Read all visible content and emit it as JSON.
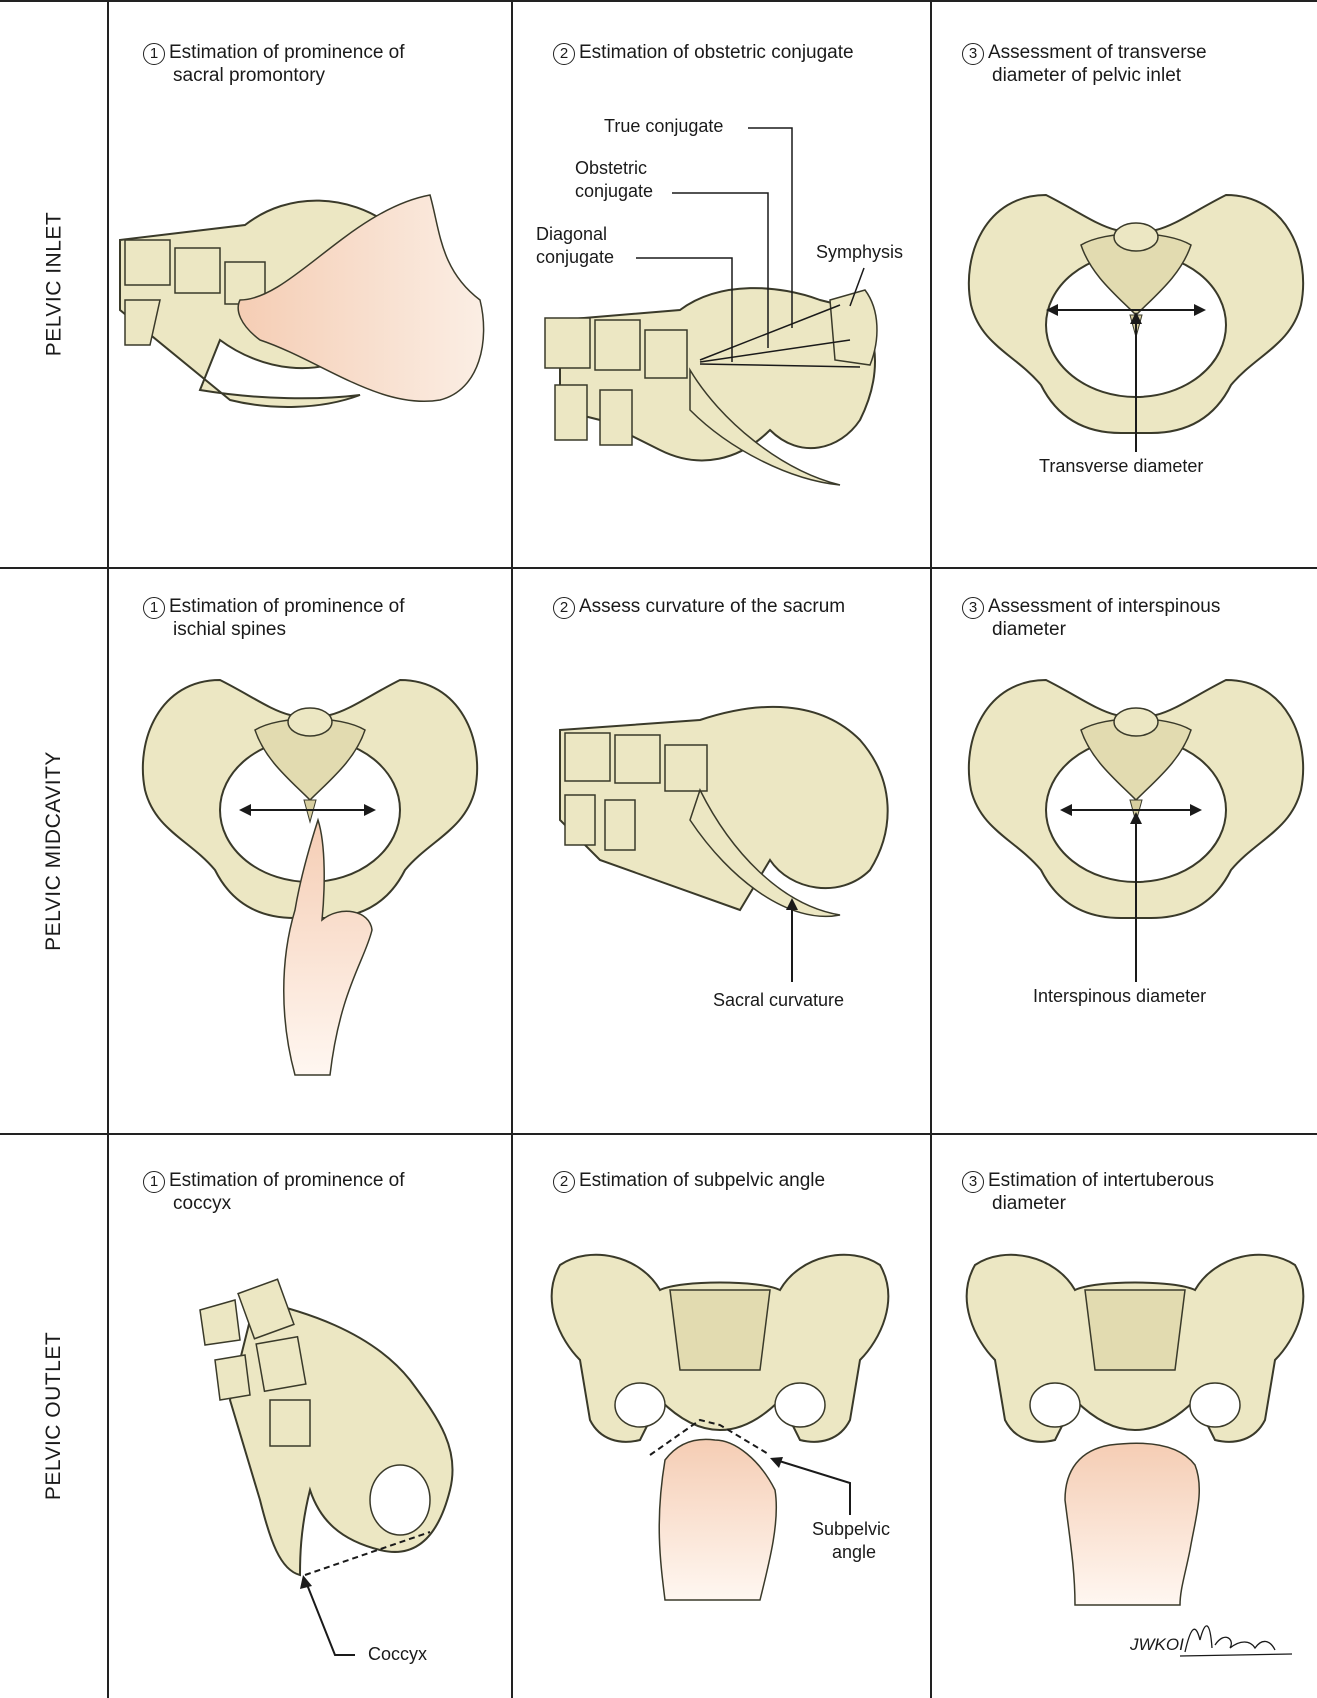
{
  "rows": [
    {
      "label": "PELVIC INLET",
      "cells": [
        {
          "num": "1",
          "line1": "Estimation of prominence of",
          "line2": "sacral promontory"
        },
        {
          "num": "2",
          "line1": "Estimation of obstetric conjugate",
          "line2": ""
        },
        {
          "num": "3",
          "line1": "Assessment of transverse",
          "line2": "diameter of pelvic inlet"
        }
      ]
    },
    {
      "label": "PELVIC MIDCAVITY",
      "cells": [
        {
          "num": "1",
          "line1": "Estimation of prominence of",
          "line2": "ischial spines"
        },
        {
          "num": "2",
          "line1": "Assess curvature of the sacrum",
          "line2": ""
        },
        {
          "num": "3",
          "line1": "Assessment of interspinous",
          "line2": "diameter"
        }
      ]
    },
    {
      "label": "PELVIC OUTLET",
      "cells": [
        {
          "num": "1",
          "line1": "Estimation of prominence of",
          "line2": "coccyx"
        },
        {
          "num": "2",
          "line1": "Estimation of subpelvic angle",
          "line2": ""
        },
        {
          "num": "3",
          "line1": "Estimation of intertuberous",
          "line2": "diameter"
        }
      ]
    }
  ],
  "labels": {
    "true_conjugate": "True conjugate",
    "obstetric_conjugate_1": "Obstetric",
    "obstetric_conjugate_2": "conjugate",
    "diagonal_conjugate_1": "Diagonal",
    "diagonal_conjugate_2": "conjugate",
    "symphysis": "Symphysis",
    "transverse_diameter": "Transverse diameter",
    "sacral_curvature": "Sacral curvature",
    "interspinous_diameter": "Interspinous diameter",
    "coccyx": "Coccyx",
    "subpelvic_angle_1": "Subpelvic",
    "subpelvic_angle_2": "angle"
  },
  "signature": "JWKOI M Cooley",
  "colors": {
    "bone": "#ece7c3",
    "bone_stroke": "#3a3a2a",
    "skin": "#f7d9c4",
    "line": "#1a1a1a"
  }
}
